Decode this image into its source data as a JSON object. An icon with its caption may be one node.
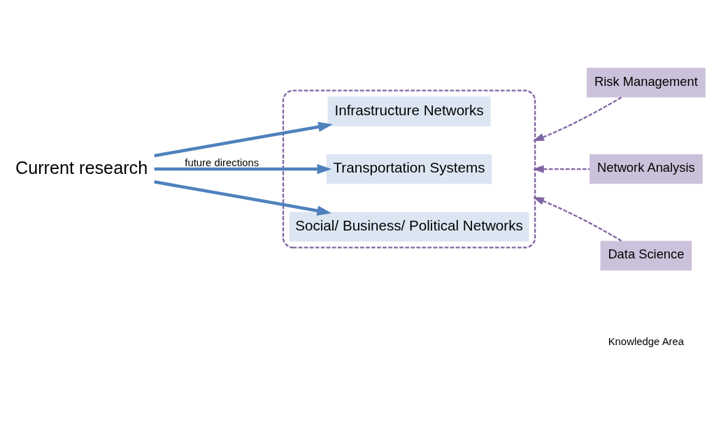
{
  "diagram": {
    "nodes": [
      {
        "text": [
          "Current research"
        ]
      },
      {
        "text": [],
        "shape": "box"
      },
      {
        "text": [
          "Infrastructure Networks"
        ],
        "in": 1
      },
      {
        "text": [
          "Transportation Systems"
        ],
        "in": 1
      },
      {
        "text": [
          "Social/ Business/ Political Networks"
        ],
        "in": 1
      },
      {
        "text": [
          "Risk Management"
        ]
      },
      {
        "text": [
          "Network Analysis"
        ]
      },
      {
        "text": [
          "Data Science"
        ]
      }
    ],
    "edges": [
      {
        "from": 0,
        "to": 2,
        "arrow": "to",
        "style": "thick",
        "color": "#4f81bd"
      },
      {
        "from": 0,
        "to": 3,
        "arrow": "to",
        "label": "future directions",
        "style": "thick",
        "color": "#4f81bd"
      },
      {
        "from": 0,
        "to": 4,
        "arrow": "to",
        "style": "thick",
        "color": "#4f81bd"
      },
      {
        "from": 5,
        "to": 1,
        "arrow": "to",
        "style": "dashed",
        "color": "#8064a2"
      },
      {
        "from": 6,
        "to": 1,
        "arrow": "to",
        "style": "dashed",
        "color": "#8064a2"
      },
      {
        "from": 7,
        "to": 1,
        "arrow": "to",
        "style": "dashed",
        "color": "#8064a2"
      }
    ],
    "labels": [
      "Knowledge Area"
    ]
  }
}
